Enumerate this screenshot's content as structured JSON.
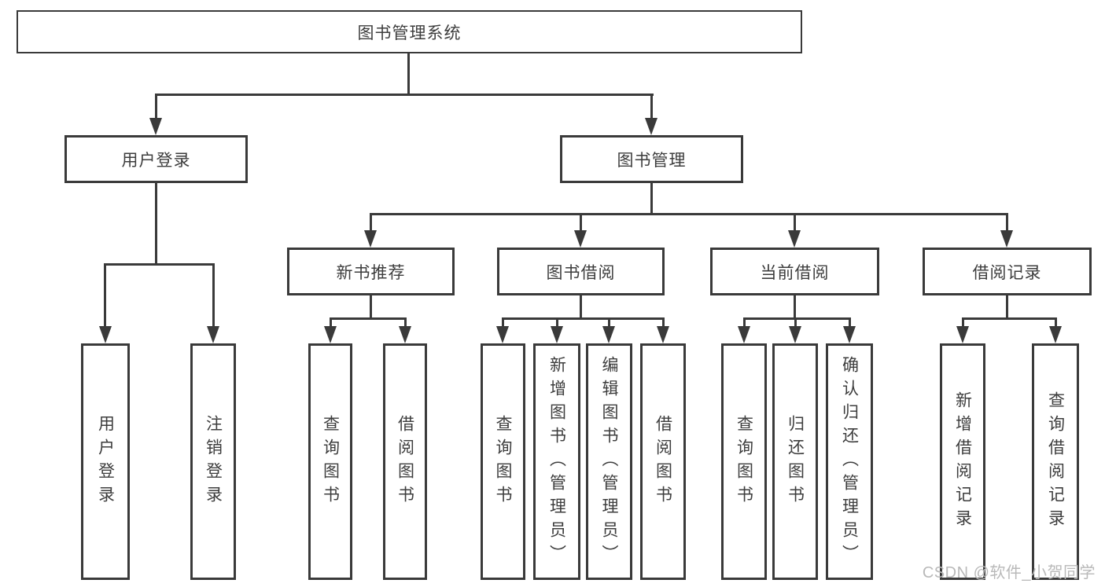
{
  "theme": {
    "line_color": "#3a3a3a",
    "text_color": "#3d3d3d",
    "bg_color": "#ffffff",
    "watermark_color": "#b9b9b9"
  },
  "diagram": {
    "root": {
      "label": "图书管理系统"
    },
    "user_login": {
      "label": "用户登录",
      "children": {
        "login": "用户登录",
        "logout": "注销登录"
      }
    },
    "book_mgmt": {
      "label": "图书管理",
      "sections": {
        "new_books": {
          "label": "新书推荐",
          "children": {
            "query": "查询图书",
            "borrow": "借阅图书"
          }
        },
        "borrowing": {
          "label": "图书借阅",
          "children": {
            "query": "查询图书",
            "add": "新增图书（管理员）",
            "edit": "编辑图书（管理员）",
            "borrow": "借阅图书"
          }
        },
        "current": {
          "label": "当前借阅",
          "children": {
            "query": "查询图书",
            "return": "归还图书",
            "confirm": "确认归还（管理员）"
          }
        },
        "records": {
          "label": "借阅记录",
          "children": {
            "add": "新增借阅记录",
            "query": "查询借阅记录"
          }
        }
      }
    }
  },
  "watermark": {
    "text": "CSDN @软件_小贺同学"
  }
}
